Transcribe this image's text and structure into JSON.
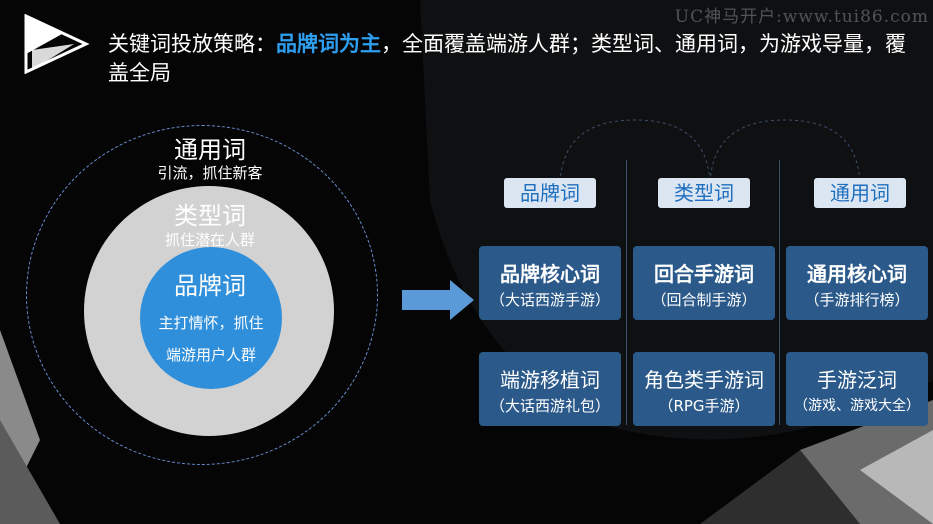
{
  "header": {
    "watermark": "UC神马开户:www.tui86.com",
    "title_prefix": "关键词投放策略：",
    "title_highlight": "品牌词为主",
    "title_rest": "，全面覆盖端游人群；类型词、通用词，为游戏导量，覆盖全局"
  },
  "circles": {
    "general": {
      "title": "通用词",
      "sub": "引流，抓住新客"
    },
    "type": {
      "title": "类型词",
      "sub": "抓住潜在人群"
    },
    "brand": {
      "title": "品牌词",
      "sub_line1": "主打情怀，抓住",
      "sub_line2": "端游用户人群"
    }
  },
  "columns": [
    {
      "header": "品牌词",
      "cards": [
        {
          "main": "品牌核心词",
          "sub": "（大话西游手游）"
        },
        {
          "main": "端游移植词",
          "sub": "（大话西游礼包）"
        }
      ]
    },
    {
      "header": "类型词",
      "cards": [
        {
          "main": "回合手游词",
          "sub": "（回合制手游）"
        },
        {
          "main": "角色类手游词",
          "sub": "（RPG手游）"
        }
      ]
    },
    {
      "header": "通用词",
      "cards": [
        {
          "main": "通用核心词",
          "sub": "（手游排行榜）"
        },
        {
          "main": "手游泛词",
          "sub": "（游戏、游戏大全）"
        }
      ]
    }
  ],
  "colors": {
    "accent": "#2e9ef0",
    "card": "#2b5a8a",
    "brand_circle": "#2f8fdb",
    "type_circle": "#d2d2d2"
  }
}
